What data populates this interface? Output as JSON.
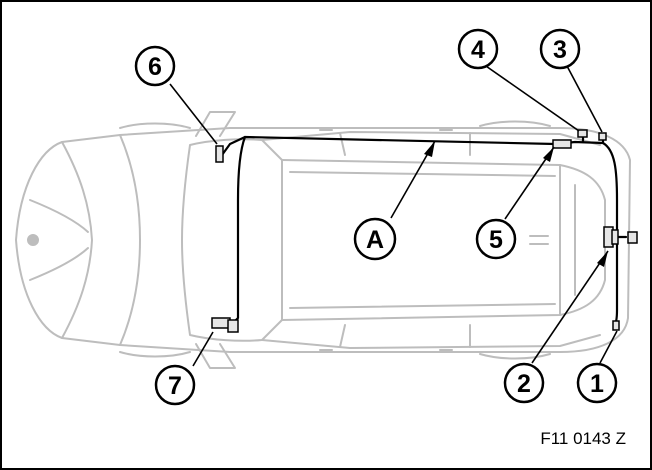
{
  "figure": {
    "code": "F11 0143 Z"
  },
  "callouts": {
    "c1": "1",
    "c2": "2",
    "c3": "3",
    "c4": "4",
    "c5": "5",
    "c6": "6",
    "c7": "7",
    "cA": "A"
  },
  "colors": {
    "frame": "#000000",
    "car_outline": "#bdbdbd",
    "wire": "#000000",
    "connector_fill": "#e6e6e6"
  }
}
